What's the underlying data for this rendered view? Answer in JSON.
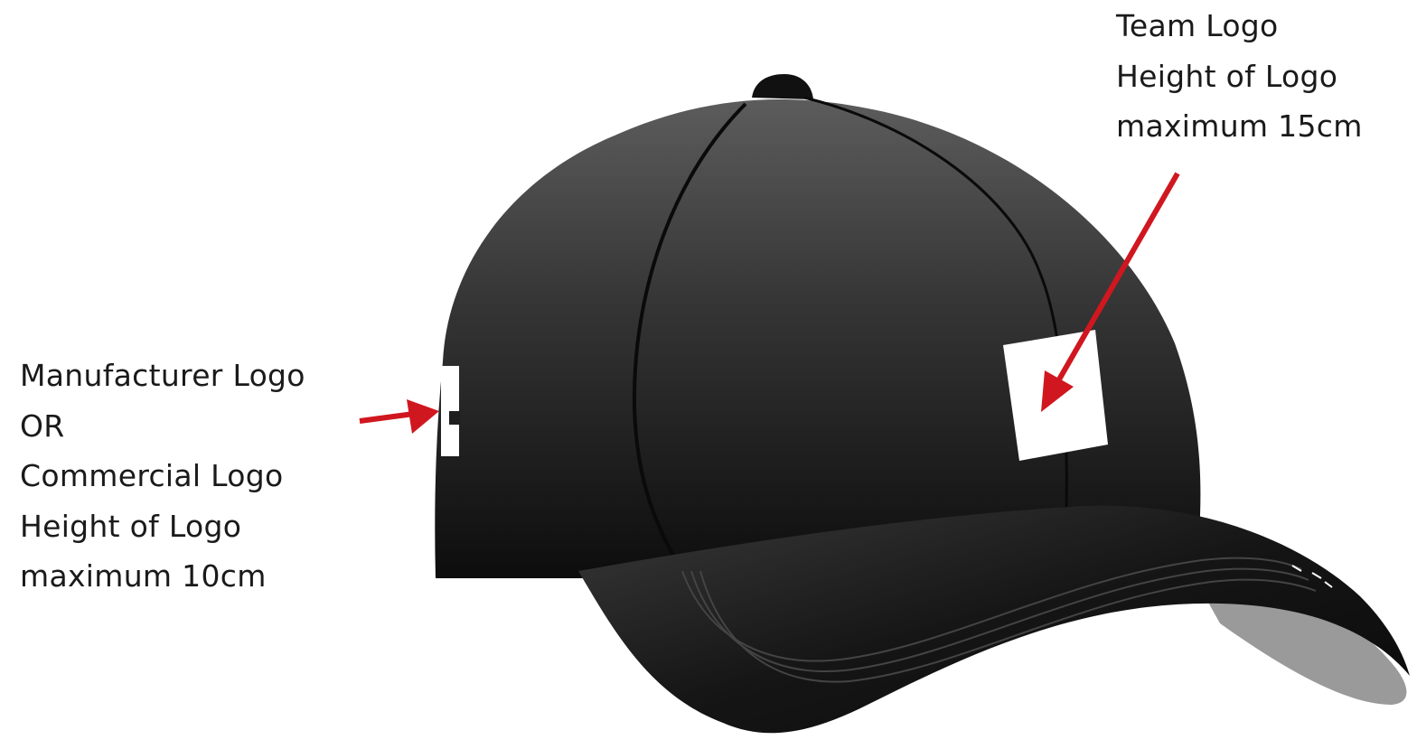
{
  "team_logo_label": {
    "line1": "Team Logo",
    "line2": "Height of Logo",
    "line3": "maximum 15cm"
  },
  "manufacturer_logo_label": {
    "line1": "Manufacturer Logo",
    "line2": "OR",
    "line3": "Commercial Logo",
    "line4": "Height of Logo",
    "line5": "maximum 10cm"
  },
  "colors": {
    "cap_light": "#5c5c5c",
    "cap_dark": "#0d0d0d",
    "brim_underside": "#9a9a9a",
    "arrow": "#d0171f",
    "logo_patch": "#ffffff",
    "text": "#1a1a1a"
  }
}
